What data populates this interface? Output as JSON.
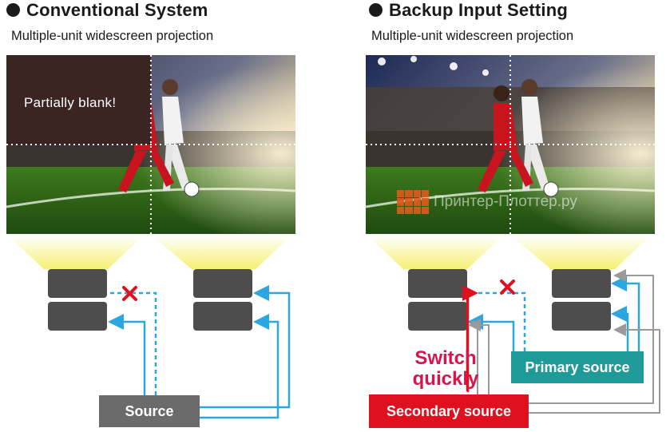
{
  "left": {
    "title": "Conventional System",
    "subtitle": "Multiple-unit widescreen projection",
    "blank_label": "Partially blank!",
    "source_label": "Source"
  },
  "right": {
    "title": "Backup Input Setting",
    "subtitle": "Multiple-unit widescreen projection",
    "switch_label_line1": "Switch",
    "switch_label_line2": "quickly",
    "primary_label": "Primary source",
    "secondary_label": "Secondary source"
  },
  "watermark": "Принтер-Плоттер.ру",
  "colors": {
    "blue_signal": "#2aa7e0",
    "red_signal": "#e0101e",
    "gray_signal": "#9a9a9a",
    "source_box": "#6b6b6b",
    "primary_box": "#1e9a98",
    "secondary_box": "#e0101e",
    "fail_mark": "#e0101e",
    "blank_area": "#3a2522"
  }
}
